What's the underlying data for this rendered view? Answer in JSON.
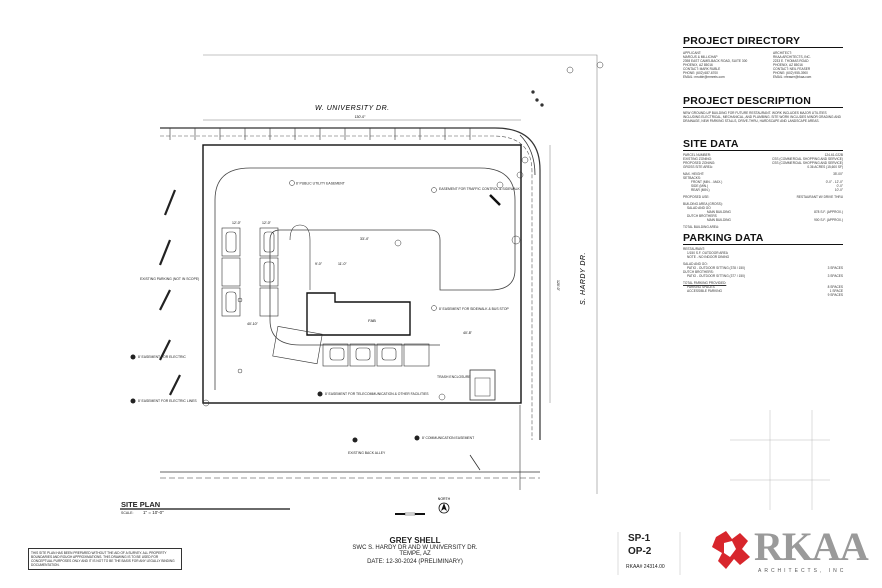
{
  "site_plan": {
    "street_north": "W. UNIVERSITY DR.",
    "street_east": "S. HARDY DR.",
    "title": "SITE PLAN",
    "scale_label": "SCALE:",
    "scale": "1\" = 10'-0\"",
    "north_label": "NORTH",
    "dim_top": "130'-0\"",
    "dim_right": "120'-0\"",
    "building_label": "FAB",
    "notes": {
      "public_utility_easement": "8' PUBLIC UTILITY EASEMENT",
      "easement_traffic": "EASEMENT FOR TRAFFIC CONTROL & SIDEWALK",
      "easement_sidewalk_bus": "8' EASEMENT FOR SIDEWALK & BUS STOP",
      "existing_parking": "EXISTING PARKING (NOT IN SCOPE)",
      "easement_electric_1": "8' EASEMENT FOR ELECTRIC",
      "easement_electric_2": "8' EASEMENT FOR ELECTRIC LINES",
      "easement_telecom": "8' EASEMENT FOR TELECOMMUNICATION & OTHER FACILITIES",
      "trash_enclosure": "TRASH ENCLOSURE",
      "communication_easement": "8' COMMUNICATION EASEMENT",
      "existing_back_alley": "EXISTING BACK ALLEY"
    },
    "dims": {
      "d1": "12'-0\"",
      "d2": "12'-0\"",
      "d3": "9'-0\"",
      "d4": "11'-0\"",
      "d5": "40'-10\"",
      "d6": "40'-8\"",
      "d7": "33'-4\""
    }
  },
  "directory": {
    "title": "PROJECT DIRECTORY",
    "applicant_label": "APPLICANT:",
    "applicant": [
      "MARCUS & MILLICHAP",
      "2398 EAST CAMELBACK ROAD, SUITE 300",
      "PHOENIX, AZ 85016",
      "CONTACT:        MARK RUBLE",
      "PHONE:          (602) 687-6700",
      "EMAIL:          mruble@mmreis.com"
    ],
    "architect_label": "ARCHITECT:",
    "architect": [
      "RKAA ARCHITECTS, INC.",
      "2233 E. THOMAS ROAD",
      "PHOENIX, AZ 85016",
      "CONTACT:     NEIL FEASER",
      "PHONE:       (602) 955-3900",
      "EMAIL:       nfeaser@rkaa.com"
    ]
  },
  "description": {
    "title": "PROJECT DESCRIPTION",
    "text": "NEW GROUND-UP BUILDING FOR FUTURE RESTAURANT. WORK INCLUDES MAJOR UTILITIES INCLUDING ELECTRICAL, MECHANICAL, AND PLUMBING. SITE WORK INCLUDES MINOR GRADING AND DRAINAGE, NEW PARKING STALLS, DRIVE-THRU, HARDSCAPE AND LANDSCAPE AREAS."
  },
  "site_data": {
    "title": "SITE DATA",
    "rows": [
      {
        "label": "PARCEL NUMBER:",
        "value": "124-61-022B"
      },
      {
        "label": "EXISTING ZONING:",
        "value": "CSS (COMMERCIAL SHOPPING AND SERVICE)"
      },
      {
        "label": "PROPOSED ZONING:",
        "value": "CSS (COMMERCIAL SHOPPING AND SERVICE)"
      },
      {
        "label": "GROSS SITE AREA:",
        "value": "0.36 ACRES (15,600 SF)"
      },
      {
        "label": "",
        "value": ""
      },
      {
        "label": "MAX. HEIGHT:",
        "value": "35'-00\""
      },
      {
        "label": "SETBACKS:",
        "value": ""
      },
      {
        "label": "FRONT (MIN. - MAX.)",
        "value": "0'-0\" - 12'-0\""
      },
      {
        "label": "SIDE (MIN.)",
        "value": "0'-0\""
      },
      {
        "label": "REAR (MIN.)",
        "value": "10'-0\""
      },
      {
        "label": "",
        "value": ""
      },
      {
        "label": "PROPOSED USE:",
        "value": "RESTAURANT W/ DRIVE THRU"
      },
      {
        "label": "",
        "value": ""
      },
      {
        "label": "BUILDING AREA (GROSS):",
        "value": ""
      },
      {
        "label": "SALAD AND GO",
        "value": ""
      },
      {
        "label": "MAIN BUILDING",
        "value": "878 S.F. (APPROX.)"
      },
      {
        "label": "DUTCH BROTHERS",
        "value": ""
      },
      {
        "label": "MAIN BUILDING",
        "value": "900 S.F. (APPROX.)"
      },
      {
        "label": "",
        "value": ""
      },
      {
        "label": "TOTAL BUILDING AREA:",
        "value": ""
      }
    ]
  },
  "parking_data": {
    "title": "PARKING DATA",
    "rows": [
      {
        "label": "RESTAURANT:",
        "value": ""
      },
      {
        "label": "1/150 S.F. OUTDOOR AREA",
        "value": ""
      },
      {
        "label": "NOTE - NO INDOOR DINING",
        "value": ""
      },
      {
        "label": "",
        "value": ""
      },
      {
        "label": "SALAD AND GO:",
        "value": ""
      },
      {
        "label": "PATIO - OUTDOOR SITTING       (378 / 150)",
        "value": "3 SPACES"
      },
      {
        "label": "DUTCH BROTHERS:",
        "value": ""
      },
      {
        "label": "PATIO - OUTDOOR SITTING       (377 / 150)",
        "value": "3 SPACES"
      },
      {
        "label": "",
        "value": ""
      },
      {
        "label": "TOTAL PARKING PROVIDED:",
        "value": ""
      },
      {
        "label": "PARKING SPACES",
        "value": "8 SPACES"
      },
      {
        "label": "ACCESSIBLE PARKING",
        "value": "1 SPACE"
      },
      {
        "label": "",
        "value": "9 SPACES"
      }
    ]
  },
  "title_block": {
    "name": "GREY SHELL",
    "address": "SWC  S. HARDY DR AND W UNIVERSITY DR.",
    "city": "TEMPE, AZ",
    "date": "DATE: 12-30-2024 (PRELIMINARY)",
    "sheet1": "SP-1",
    "sheet2": "OP-2",
    "project_no": "RKAA# 24314.00"
  },
  "logo": {
    "name": "RKAA",
    "subtitle": "ARCHITECTS, INC"
  },
  "disclaimer": "THIS SITE PLAN HAS BEEN PREPARED WITHOUT THE AID OF A SURVEY. ALL PROPERTY BOUNDARIES AND ROUGH APPROXIMATIONS. THIS DRAWING IS TO BE USED FOR CONCEPTUAL PURPOSES ONLY AND IT IS NOT TO BE THE BASIS FOR ANY LEGALLY BINDING DOCUMENTATION."
}
